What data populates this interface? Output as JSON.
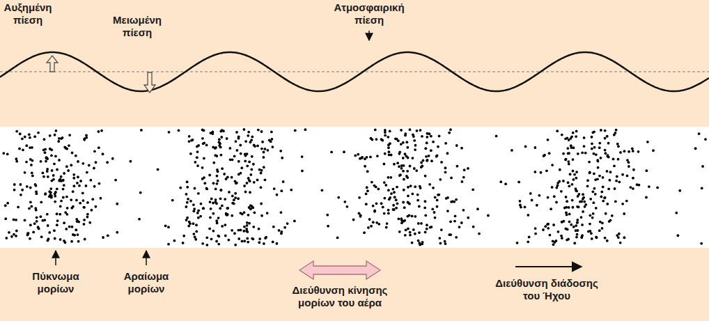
{
  "diagram": {
    "labels": [
      "Αυξημένη πίεση",
      "Μειωμένη πίεση",
      "Ατμοσφαιρική πίεση",
      "Πύκνωμα μορίων",
      "Αραίωμα μορίων",
      "Διεύθυνση κίνησης μορίων του αέρα",
      "Διεύθυνση διάδοσης του Ήχου"
    ]
  }
}
